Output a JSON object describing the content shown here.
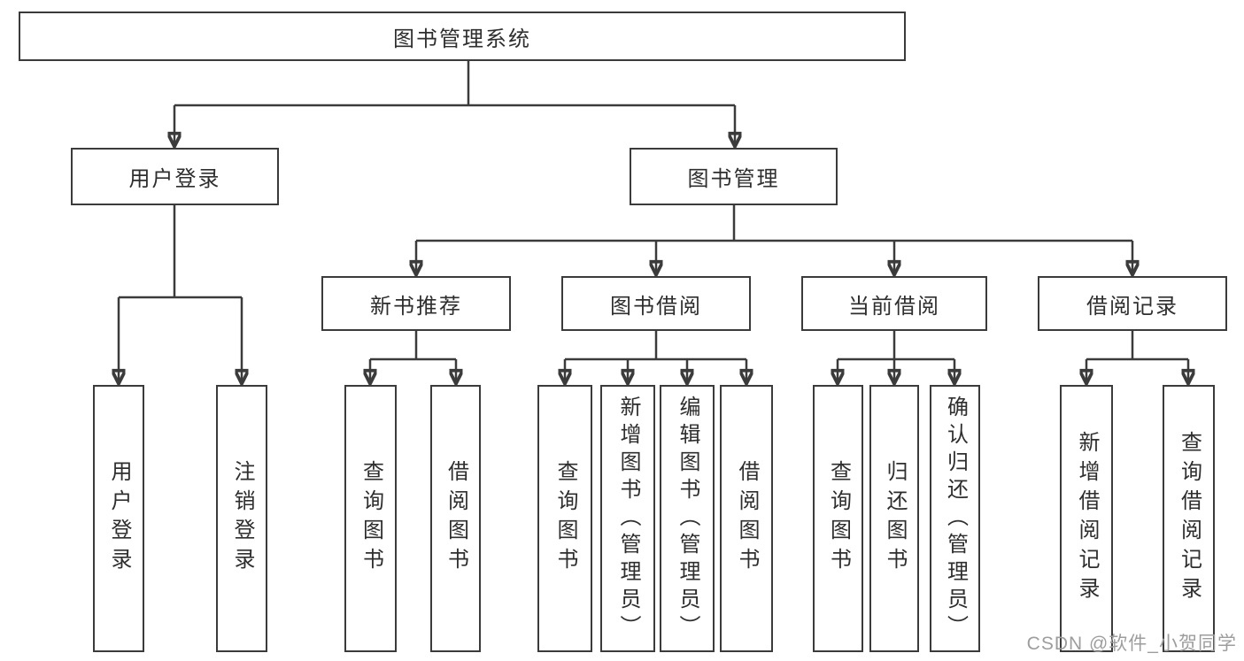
{
  "tree": {
    "root": "图书管理系统",
    "children": [
      {
        "label": "用户登录",
        "children": [
          "用户登录",
          "注销登录"
        ]
      },
      {
        "label": "图书管理",
        "children": [
          {
            "label": "新书推荐",
            "children": [
              "查询图书",
              "借阅图书"
            ]
          },
          {
            "label": "图书借阅",
            "children": [
              "查询图书",
              "新增图书（管理员）",
              "编辑图书（管理员）",
              "借阅图书"
            ]
          },
          {
            "label": "当前借阅",
            "children": [
              "查询图书",
              "归还图书",
              "确认归还（管理员）"
            ]
          },
          {
            "label": "借阅记录",
            "children": [
              "新增借阅记录",
              "查询借阅记录"
            ]
          }
        ]
      }
    ]
  },
  "watermark": {
    "text": "CSDN @软件_小贺同学"
  },
  "colors": {
    "line": "#3b3b3b",
    "text": "#2e2e2e",
    "watermark": "#9d9d9d",
    "background": "#ffffff"
  }
}
